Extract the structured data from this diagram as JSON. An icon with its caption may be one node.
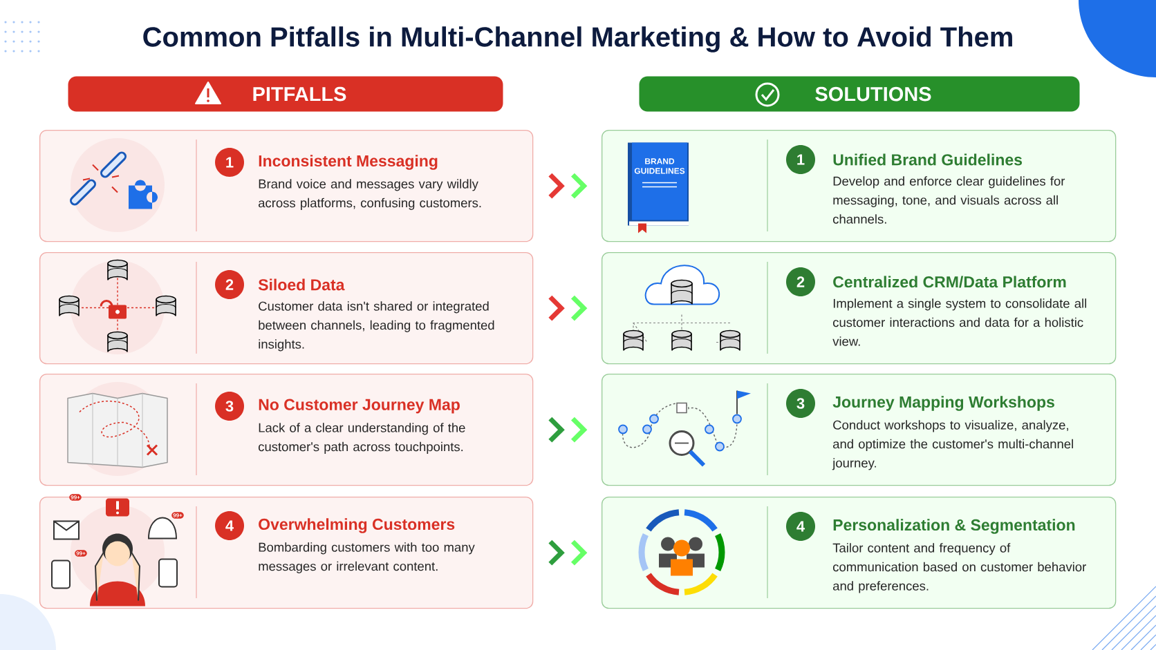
{
  "diagram": {
    "title": "Common Pitfalls in Multi-Channel Marketing & How to Avoid Them",
    "nodes": [
      {
        "text": [
          "PITFALLS"
        ]
      },
      {
        "text": [
          "SOLUTIONS"
        ]
      },
      {
        "text": [
          "1",
          "Inconsistent Messaging",
          "Brand voice and messages vary wildly across platforms, confusing customers."
        ]
      },
      {
        "text": [
          "2",
          "Siloed Data",
          "Customer data isn't shared or integrated between channels, leading to fragmented insights."
        ]
      },
      {
        "text": [
          "3",
          "No Customer Journey Map",
          "Lack of a clear understanding of the customer's path across touchpoints."
        ]
      },
      {
        "text": [
          "4",
          "Overwhelming Customers",
          "Bombarding customers with too many messages or irrelevant content."
        ]
      },
      {
        "text": [
          "1",
          "Unified Brand Guidelines",
          "Develop and enforce clear guidelines for messaging, tone, and visuals across all channels."
        ]
      },
      {
        "text": [
          "2",
          "Centralized CRM/Data Platform",
          "Implement a single system to consolidate all customer interactions and data for a holistic view."
        ]
      },
      {
        "text": [
          "3",
          "Journey Mapping Workshops",
          "Conduct workshops to visualize, analyze, and optimize the customer's multi-channel journey."
        ]
      },
      {
        "text": [
          "4",
          "Personalization & Segmentation",
          "Tailor content and frequency of communication based on customer behavior and preferences."
        ]
      }
    ],
    "edges": [
      {
        "from": 2,
        "to": 6,
        "arrow": "to",
        "color": "#e53935"
      },
      {
        "from": 3,
        "to": 7,
        "arrow": "to",
        "color": "#e53935"
      },
      {
        "from": 4,
        "to": 8,
        "arrow": "to",
        "color": "#2e9e3e"
      },
      {
        "from": 5,
        "to": 9,
        "arrow": "to",
        "color": "#2e9e3e"
      }
    ],
    "labels": [
      "99+",
      "99+",
      "99+",
      "BRAND GUIDELINES"
    ]
  }
}
